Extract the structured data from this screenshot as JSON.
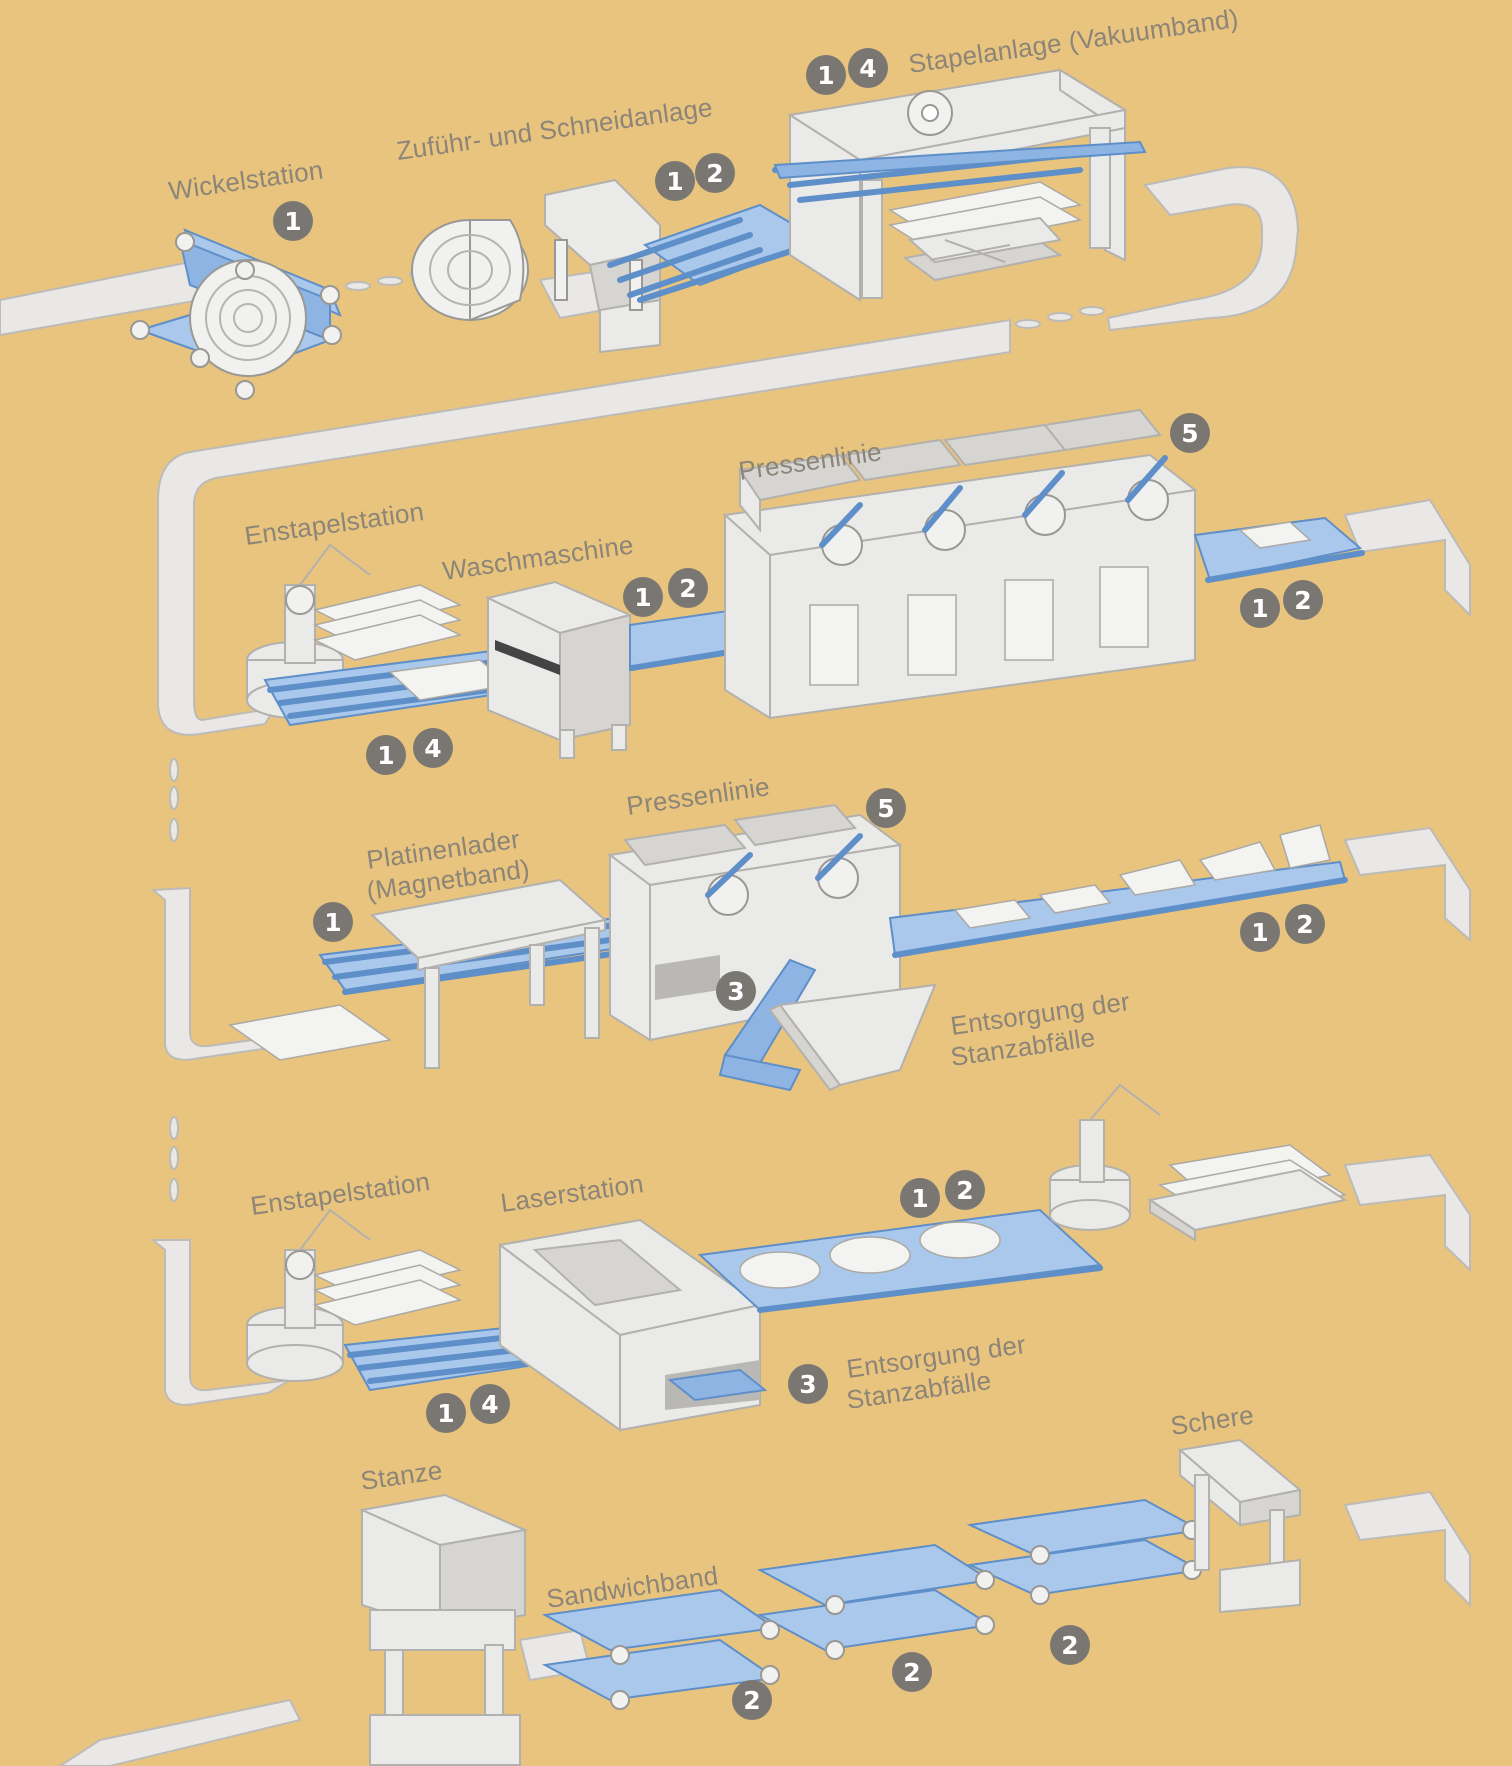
{
  "labels": {
    "wickelstation": "Wickelstation",
    "zufuehr": "Zuführ- und Schneidanlage",
    "stapelanlage": "Stapelanlage (Vakuumband)",
    "enstapel1": "Enstapelstation",
    "waschmaschine": "Waschmaschine",
    "pressenlinie1": "Pressenlinie",
    "pressenlinie2": "Pressenlinie",
    "platinenlader_1": "Platinenlader",
    "platinenlader_2": "(Magnetband)",
    "entsorgung1_1": "Entsorgung der",
    "entsorgung1_2": "Stanzabfälle",
    "enstapel2": "Enstapelstation",
    "laserstation": "Laserstation",
    "entsorgung2_1": "Entsorgung der",
    "entsorgung2_2": "Stanzabfälle",
    "stanze": "Stanze",
    "sandwichband": "Sandwichband",
    "schere": "Schere"
  },
  "badges": {
    "b01": "1",
    "b02": "1",
    "b03": "2",
    "b04": "1",
    "b05": "4",
    "b06": "5",
    "b07": "1",
    "b08": "2",
    "b09": "1",
    "b10": "2",
    "b11": "1",
    "b12": "4",
    "b13": "5",
    "b14": "1",
    "b15": "3",
    "b16": "1",
    "b17": "2",
    "b18": "1",
    "b19": "2",
    "b20": "1",
    "b21": "4",
    "b22": "3",
    "b23": "2",
    "b24": "2",
    "b25": "2"
  },
  "colors": {
    "background": "#E9C47E",
    "machine": "#EAEAE8",
    "belt": "#A9C8EC",
    "belt_stroke": "#5F8FC8",
    "badge": "#7A7773",
    "label": "#8C8578"
  }
}
